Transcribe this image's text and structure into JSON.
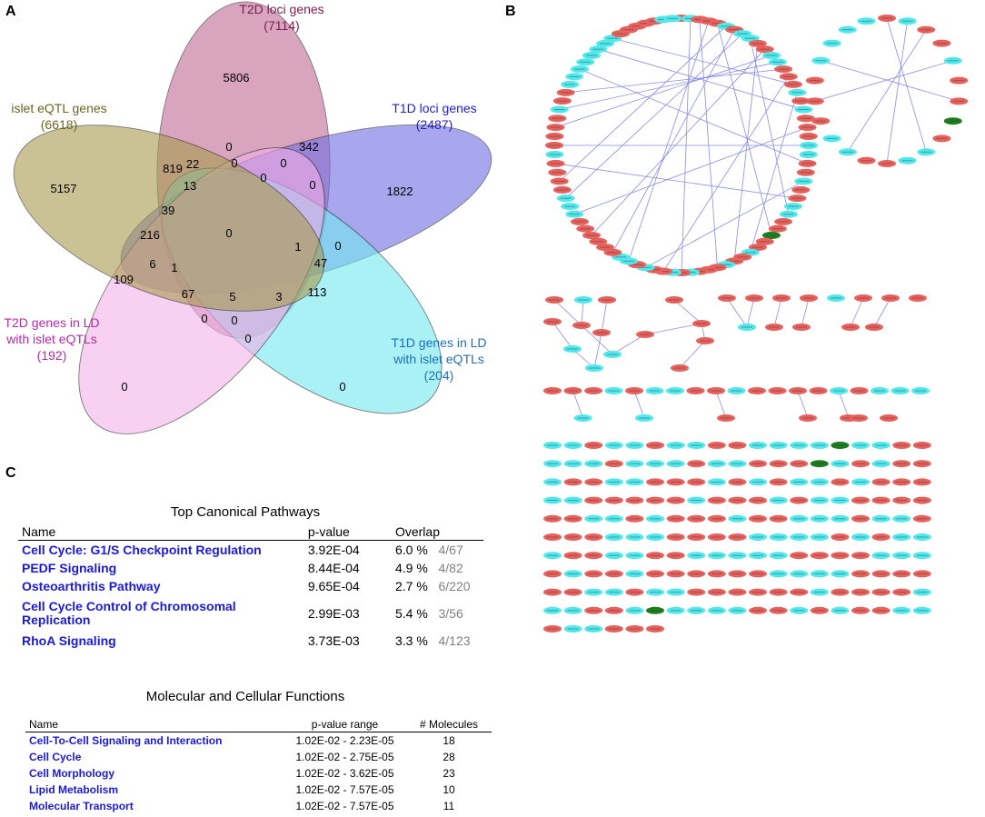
{
  "panels": {
    "a": "A",
    "b": "B",
    "c": "C"
  },
  "venn": {
    "sets": [
      {
        "key": "t2d_loci",
        "label_line1": "T2D loci genes",
        "label_line2": "(7114)",
        "fill": "#c06b93",
        "label_color": "#7a1a50"
      },
      {
        "key": "t1d_loci",
        "label_line1": "T1D loci genes",
        "label_line2": "(2487)",
        "fill": "#6f6ee3",
        "label_color": "#1e1ed0"
      },
      {
        "key": "t1d_ld",
        "label_line1": "T1D genes in LD",
        "label_line2": "with islet eQTLs",
        "label_line3": "(204)",
        "fill": "#72e8f0",
        "label_color": "#1f6fb8"
      },
      {
        "key": "t2d_ld",
        "label_line1": "T2D genes in LD",
        "label_line2": "with islet eQTLs",
        "label_line3": "(192)",
        "fill": "#f2b1ea",
        "label_color": "#b52aa5"
      },
      {
        "key": "islet_eqtl",
        "label_line1": "islet eQTL genes",
        "label_line2": "(6618)",
        "fill": "#a89a4e",
        "label_color": "#6e6520"
      }
    ],
    "region_counts": [
      "5806",
      "5157",
      "1822",
      "0",
      "0",
      "819",
      "342",
      "22",
      "0",
      "0",
      "13",
      "0",
      "0",
      "39",
      "0",
      "216",
      "0",
      "1",
      "6",
      "1",
      "47",
      "0",
      "109",
      "67",
      "5",
      "3",
      "113",
      "0",
      "0",
      "0"
    ]
  },
  "network": {
    "node_colors": {
      "red": "#e8605c",
      "cyan": "#4fe8ec",
      "green": "#1e7d1e"
    },
    "edge_color": "#8a8ee0"
  },
  "pathways": {
    "title": "Top Canonical Pathways",
    "columns": [
      "Name",
      "p-value",
      "Overlap"
    ],
    "rows": [
      {
        "name": "Cell Cycle: G1/S Checkpoint Regulation",
        "name2": "",
        "pvalue": "3.92E-04",
        "pct": "6.0 %",
        "ratio": "4/67"
      },
      {
        "name": "PEDF Signaling",
        "name2": "",
        "pvalue": "8.44E-04",
        "pct": "4.9 %",
        "ratio": "4/82"
      },
      {
        "name": "Osteoarthritis Pathway",
        "name2": "",
        "pvalue": "9.65E-04",
        "pct": "2.7 %",
        "ratio": "6/220"
      },
      {
        "name": "Cell Cycle Control of Chromosomal",
        "name2": "Replication",
        "pvalue": "2.99E-03",
        "pct": "5.4 %",
        "ratio": "3/56"
      },
      {
        "name": "RhoA Signaling",
        "name2": "",
        "pvalue": "3.73E-03",
        "pct": "3.3 %",
        "ratio": "4/123"
      }
    ]
  },
  "functions": {
    "title": "Molecular and Cellular Functions",
    "columns": [
      "Name",
      "p-value range",
      "# Molecules"
    ],
    "rows": [
      {
        "name": "Cell-To-Cell Signaling and Interaction",
        "range": "1.02E-02 - 2.23E-05",
        "count": "18"
      },
      {
        "name": "Cell Cycle",
        "range": "1.02E-02 - 2.75E-05",
        "count": "28"
      },
      {
        "name": "Cell Morphology",
        "range": "1.02E-02 - 3.62E-05",
        "count": "23"
      },
      {
        "name": "Lipid Metabolism",
        "range": "1.02E-02 - 7.57E-05",
        "count": "10"
      },
      {
        "name": "Molecular Transport",
        "range": "1.02E-02 - 7.57E-05",
        "count": "11"
      }
    ]
  }
}
